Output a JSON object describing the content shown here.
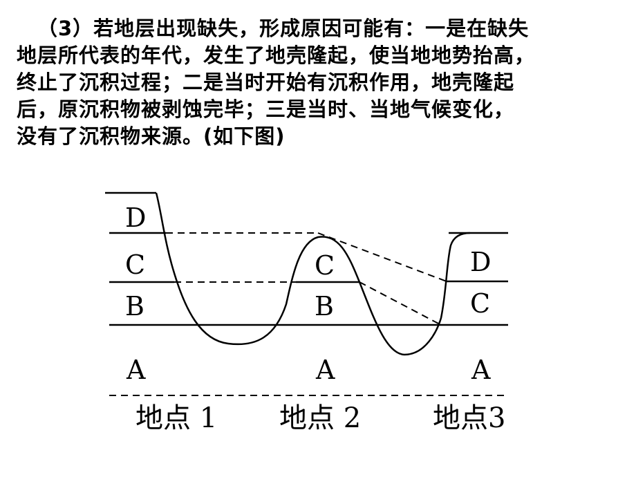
{
  "paragraph": {
    "lines": [
      "（3）若地层出现缺失，形成原因可能有：一是在缺失",
      "地层所代表的年代，发生了地壳隆起，使当地地势抬高，",
      "终止了沉积过程；二是当时开始有沉积作用，地壳隆起",
      "后，原沉积物被剥蚀完毕；三是当时、当地气候变化，",
      "没有了沉积物来源。(如下图)"
    ]
  },
  "diagram": {
    "site1": {
      "layers": [
        "D",
        "C",
        "B",
        "A"
      ],
      "name": "地点 1"
    },
    "site2": {
      "layers": [
        "C",
        "B",
        "A"
      ],
      "name": "地点 2"
    },
    "site3": {
      "layers": [
        "D",
        "C",
        "A"
      ],
      "name": "地点3"
    }
  }
}
